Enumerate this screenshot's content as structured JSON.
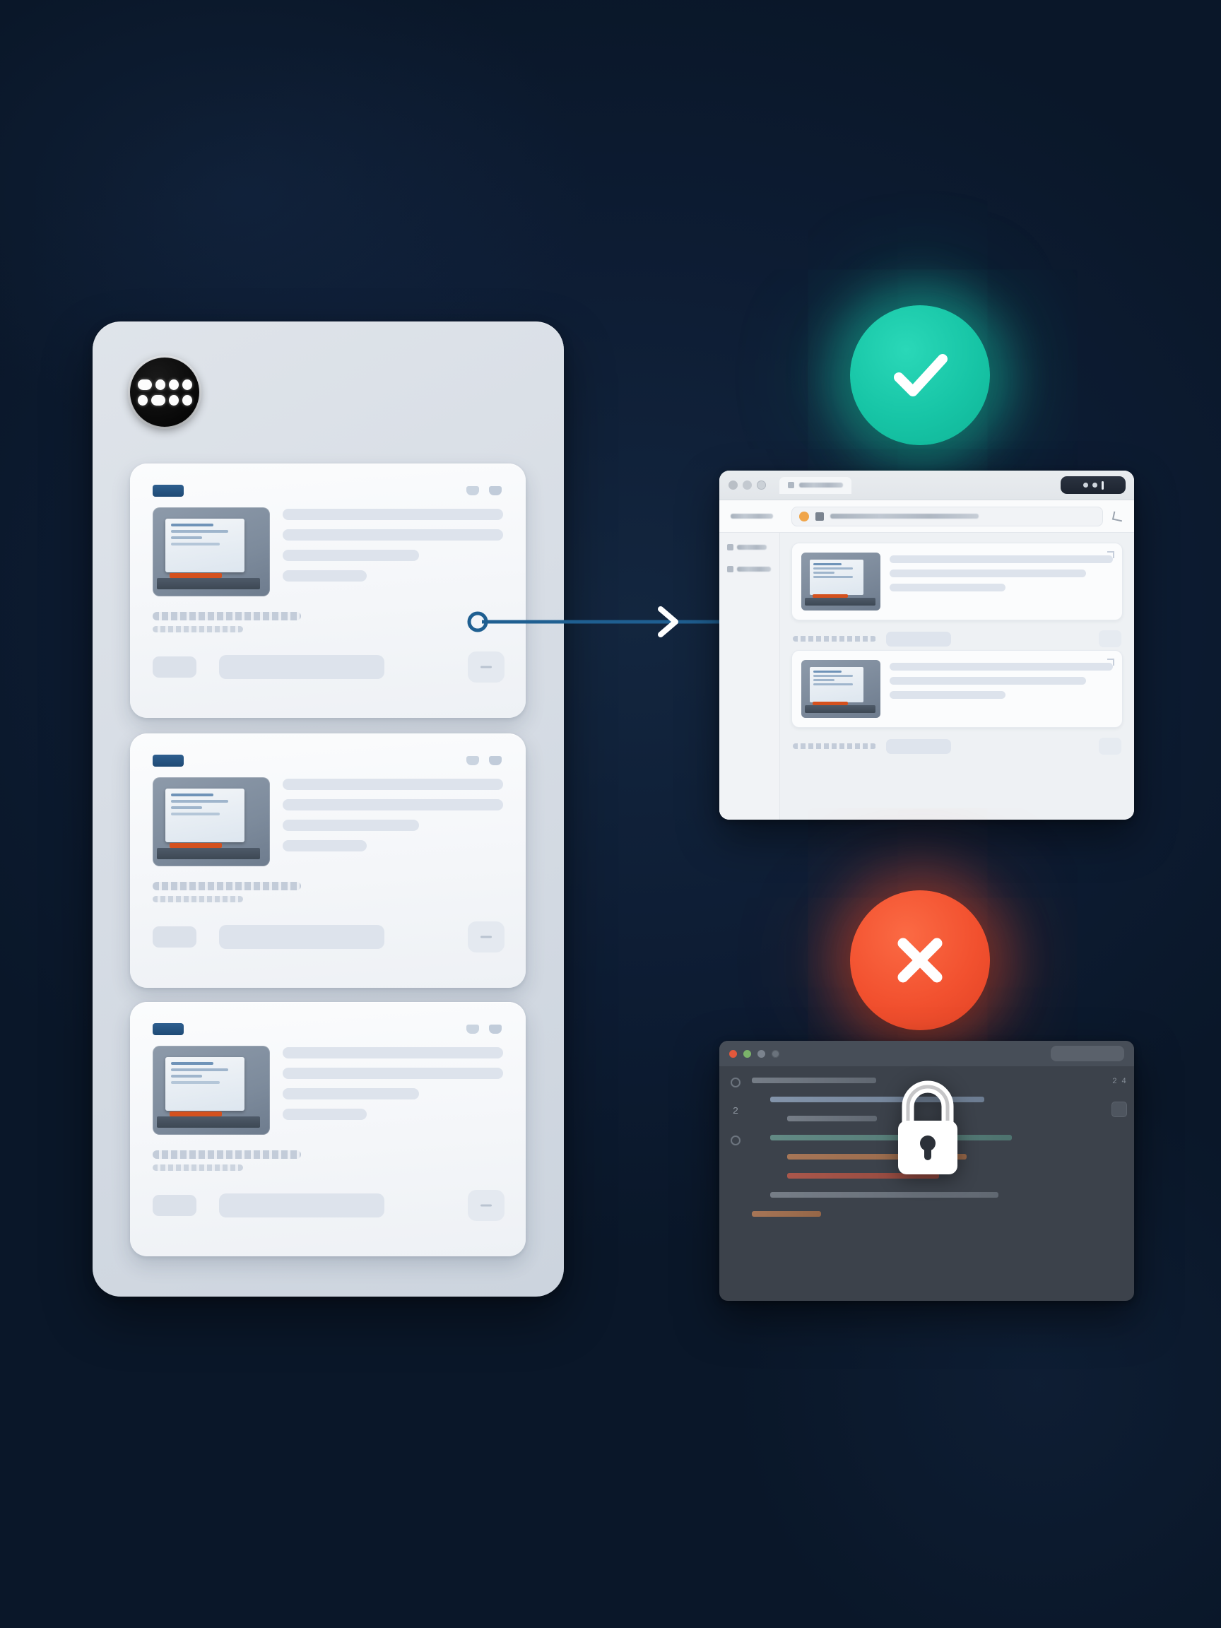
{
  "background": {
    "color": "#0d1c33",
    "accent_blue": "#2e5f8f"
  },
  "left_panel": {
    "name": "content-feed-panel",
    "logo": {
      "icon": "dots-grid-logo",
      "background": "#080808",
      "dot_color": "#fdfdfd",
      "rows": [
        4,
        4
      ]
    },
    "cards": [
      {
        "badge_label": "",
        "title_lines": 4,
        "thumbnail": "desk-monitor-thumbnail",
        "meta_label": "",
        "footer": {
          "tag": "",
          "action": "",
          "more": ""
        }
      },
      {
        "badge_label": "",
        "title_lines": 4,
        "thumbnail": "desk-monitor-thumbnail",
        "meta_label": "",
        "footer": {
          "tag": "",
          "action": "",
          "more": ""
        }
      },
      {
        "badge_label": "",
        "title_lines": 4,
        "thumbnail": "desk-monitor-thumbnail",
        "meta_label": "",
        "footer": {
          "tag": "",
          "action": "",
          "more": ""
        }
      }
    ]
  },
  "connector": {
    "name": "flow-arrow",
    "start_marker": "circle-node",
    "end_marker": "chevron-arrowhead",
    "line_color": "#1f5f91",
    "mid_chevron_color": "#ffffff"
  },
  "success_branch": {
    "badge": {
      "icon": "check-circle-icon",
      "color": "#17c5a6",
      "glyph": "check"
    },
    "browser": {
      "name": "allowed-browser-window",
      "traffic_lights": [
        "#b9bfc6",
        "#c3c9d0",
        "#cbd1d7"
      ],
      "tab_title": "",
      "url": "",
      "sidebar_items": [
        "",
        ""
      ],
      "result_cards": 2
    }
  },
  "blocked_branch": {
    "badge": {
      "icon": "x-circle-icon",
      "color": "#f2512f",
      "glyph": "cross"
    },
    "code_window": {
      "name": "blocked-code-window",
      "traffic_lights": [
        "#e2583c",
        "#7bb36a",
        "#7b838e",
        "#6a727c"
      ],
      "gutter_numbers": [
        "2"
      ],
      "overlay_icon": "padlock-icon",
      "overlay_color": "#ffffff",
      "code_lines": [
        {
          "indent": 0,
          "width": 36,
          "color": "gray"
        },
        {
          "indent": 1,
          "width": 62,
          "color": "blue"
        },
        {
          "indent": 2,
          "width": 26,
          "color": "gray"
        },
        {
          "indent": 1,
          "width": 70,
          "color": "teal"
        },
        {
          "indent": 2,
          "width": 52,
          "color": "orange"
        },
        {
          "indent": 2,
          "width": 44,
          "color": "red"
        },
        {
          "indent": 1,
          "width": 66,
          "color": "gray"
        },
        {
          "indent": 0,
          "width": 20,
          "color": "orange"
        }
      ]
    }
  }
}
